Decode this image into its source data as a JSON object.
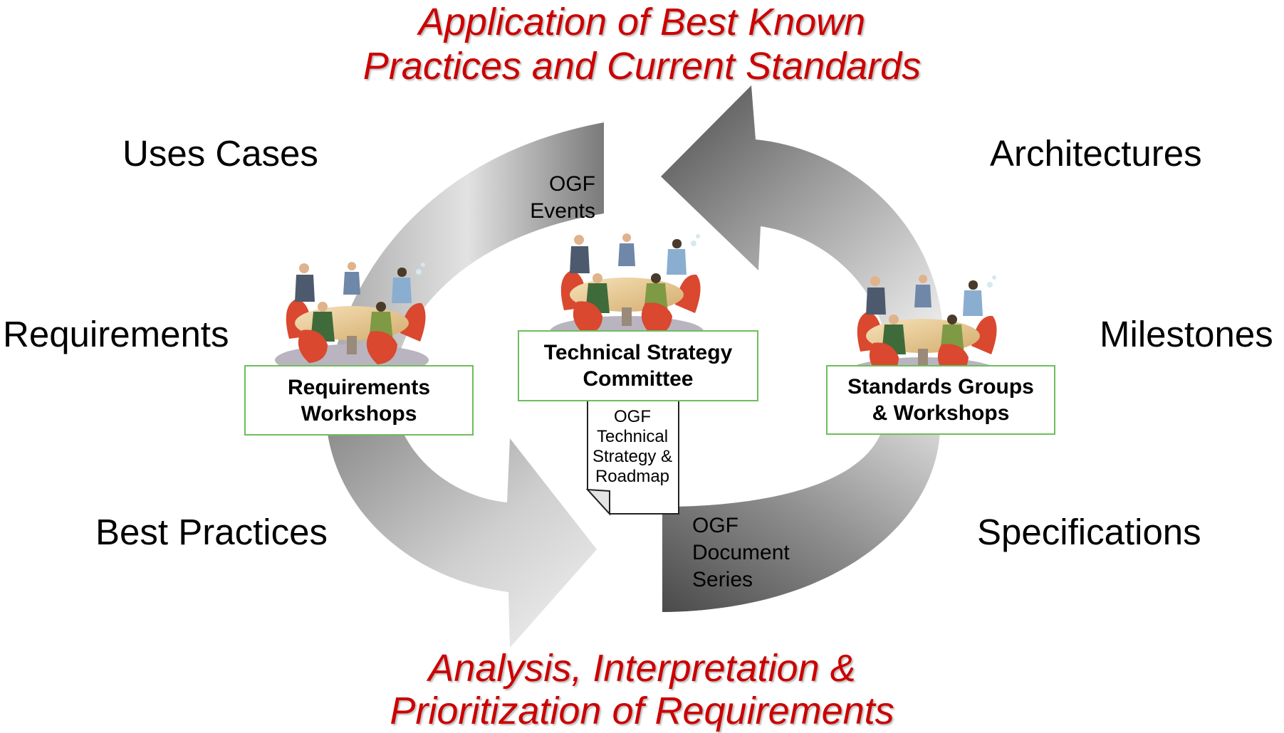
{
  "top_title": {
    "line1": "Application of Best Known",
    "line2": "Practices and Current Standards"
  },
  "bottom_title": {
    "line1": "Analysis, Interpretation &",
    "line2": "Prioritization of Requirements"
  },
  "left_labels": {
    "uses_cases": "Uses Cases",
    "requirements": "Requirements",
    "best_practices": "Best Practices"
  },
  "right_labels": {
    "architectures": "Architectures",
    "milestones": "Milestones",
    "specifications": "Specifications"
  },
  "arrow_labels": {
    "events_line1": "OGF",
    "events_line2": "Events",
    "docseries_line1": "OGF",
    "docseries_line2": "Document",
    "docseries_line3": "Series"
  },
  "boxes": {
    "requirements_line1": "Requirements",
    "requirements_line2": "Workshops",
    "tsc_line1": "Technical Strategy",
    "tsc_line2": "Committee",
    "standards_line1": "Standards Groups",
    "standards_line2": "& Workshops"
  },
  "document": {
    "line1": "OGF",
    "line2": "Technical",
    "line3": "Strategy &",
    "line4": "Roadmap"
  },
  "colors": {
    "title_red": "#cc0000",
    "box_border_green": "#6dbe5b"
  }
}
